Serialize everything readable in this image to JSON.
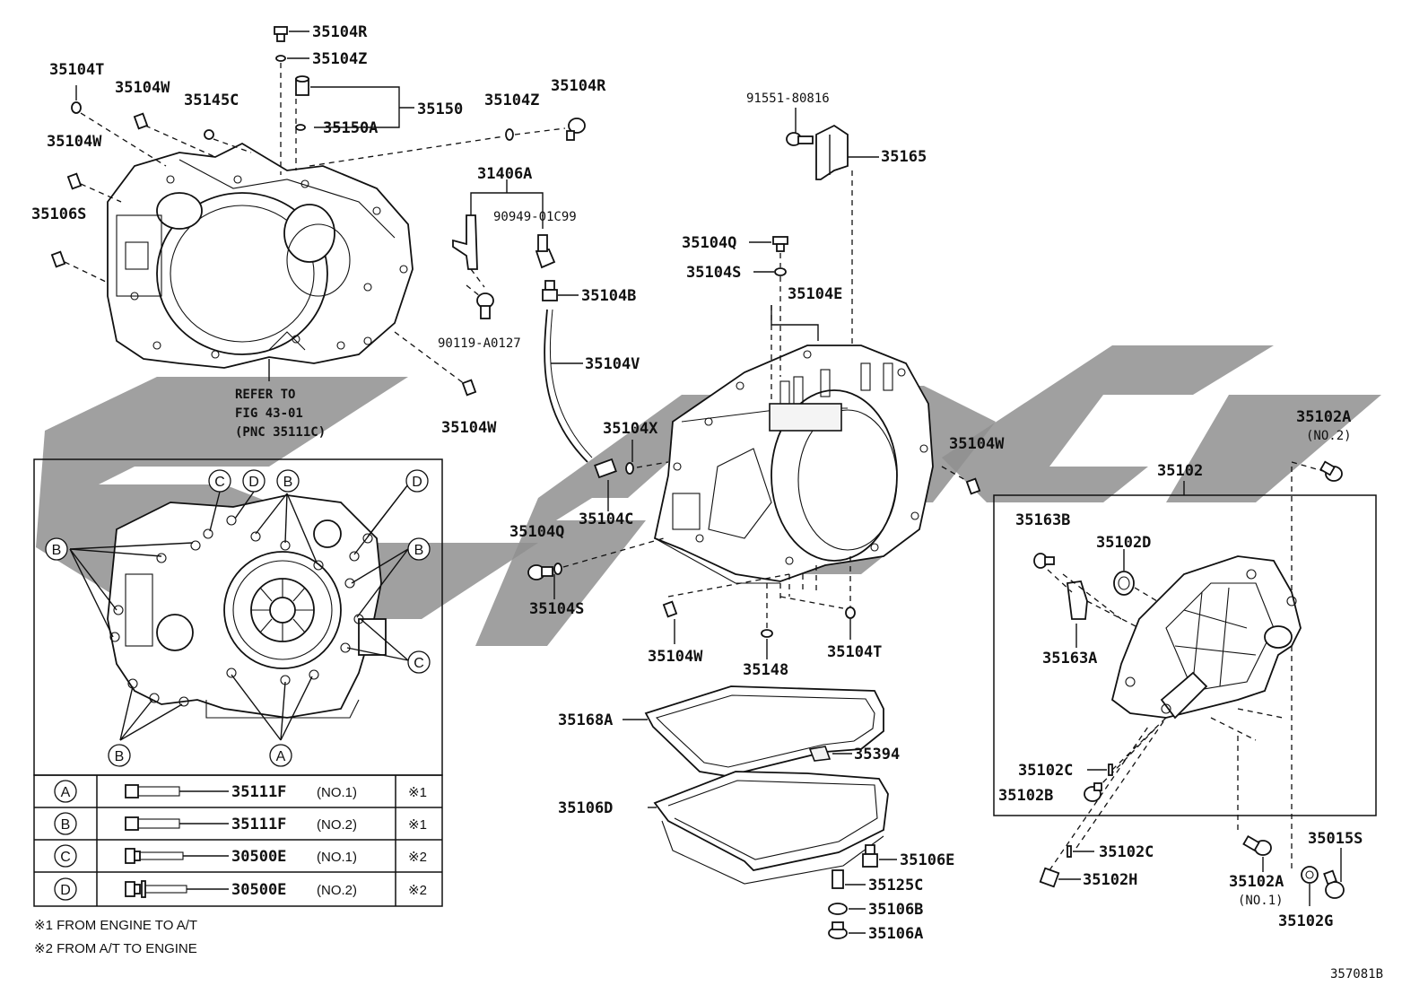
{
  "diagram_id": "357081B",
  "refer_note": [
    "REFER TO",
    "FIG 43-01",
    "(PNC 35111C)"
  ],
  "labels": {
    "p35104R_top": "35104R",
    "p35104Z_top": "35104Z",
    "p35150": "35150",
    "p35150A": "35150A",
    "p35104T_left": "35104T",
    "p35104W_a": "35104W",
    "p35145C": "35145C",
    "p35104W_b": "35104W",
    "p35106S": "35106S",
    "p35104Z_mid": "35104Z",
    "p35104R_mid": "35104R",
    "p31406A": "31406A",
    "p90949": "90949-01C99",
    "p35104B": "35104B",
    "p90119": "90119-A0127",
    "p35104V": "35104V",
    "p35104W_c": "35104W",
    "p91551": "91551-80816",
    "p35165": "35165",
    "p35104Q_top": "35104Q",
    "p35104S_top": "35104S",
    "p35104E": "35104E",
    "p35104X": "35104X",
    "p35104C": "35104C",
    "p35104Q_low": "35104Q",
    "p35104S_low": "35104S",
    "p35104W_d": "35104W",
    "p35104W_e": "35104W",
    "p35148": "35148",
    "p35104T_low": "35104T",
    "p35168A": "35168A",
    "p35394": "35394",
    "p35106D": "35106D",
    "p35106E": "35106E",
    "p35125C": "35125C",
    "p35106B": "35106B",
    "p35106A": "35106A",
    "p35102A_top": "35102A",
    "p35102A_top_no": "(NO.2)",
    "p35102": "35102",
    "p35163B": "35163B",
    "p35102D": "35102D",
    "p35163A": "35163A",
    "p35102C_a": "35102C",
    "p35102B": "35102B",
    "p35102C_b": "35102C",
    "p35102H": "35102H",
    "p35102A_low": "35102A",
    "p35102A_low_no": "(NO.1)",
    "p35015S": "35015S",
    "p35102G": "35102G"
  },
  "bolt_callouts": [
    "A",
    "B",
    "C",
    "D"
  ],
  "bolt_table": [
    {
      "key": "A",
      "part": "35111F",
      "no": "(NO.1)",
      "mark": "※1"
    },
    {
      "key": "B",
      "part": "35111F",
      "no": "(NO.2)",
      "mark": "※1"
    },
    {
      "key": "C",
      "part": "30500E",
      "no": "(NO.1)",
      "mark": "※2"
    },
    {
      "key": "D",
      "part": "30500E",
      "no": "(NO.2)",
      "mark": "※2"
    }
  ],
  "footnotes": [
    "※1 FROM ENGINE TO A/T",
    "※2 FROM A/T TO ENGINE"
  ]
}
